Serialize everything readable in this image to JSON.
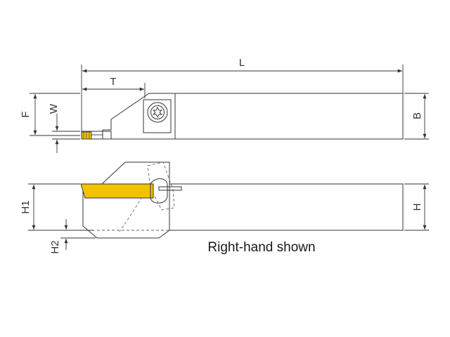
{
  "labels": {
    "L": "L",
    "T": "T",
    "F": "F",
    "W": "W",
    "B": "B",
    "H1": "H1",
    "H": "H",
    "H2": "H2"
  },
  "caption": "Right-hand shown",
  "colors": {
    "insert": "#f2c200",
    "body": "#e6e6e6",
    "line": "#333333"
  }
}
